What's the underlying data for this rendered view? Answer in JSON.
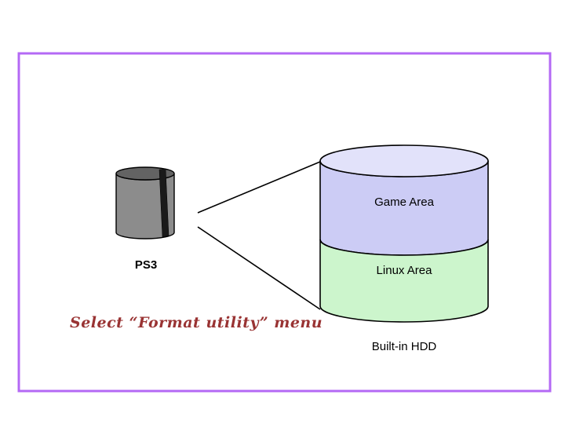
{
  "diagram": {
    "ps3_label": "PS3",
    "caption": "Select “Format utility” menu",
    "hdd_label": "Built-in HDD",
    "hdd_partitions": [
      {
        "label": "Game Area",
        "color": "#ccccf5"
      },
      {
        "label": "Linux Area",
        "color": "#ccf5cc"
      }
    ]
  },
  "colors": {
    "frame_border": "#b469f5",
    "game_area_fill": "#ccccf5",
    "cylinder_top_fill": "#e2e2fa",
    "linux_area_fill": "#ccf5cc",
    "ps3_body_fill": "#8c8c8c",
    "ps3_top_fill": "#636363",
    "ps3_slot_fill": "#1a1a1a",
    "caption_color": "#993333",
    "outline": "#000000"
  }
}
